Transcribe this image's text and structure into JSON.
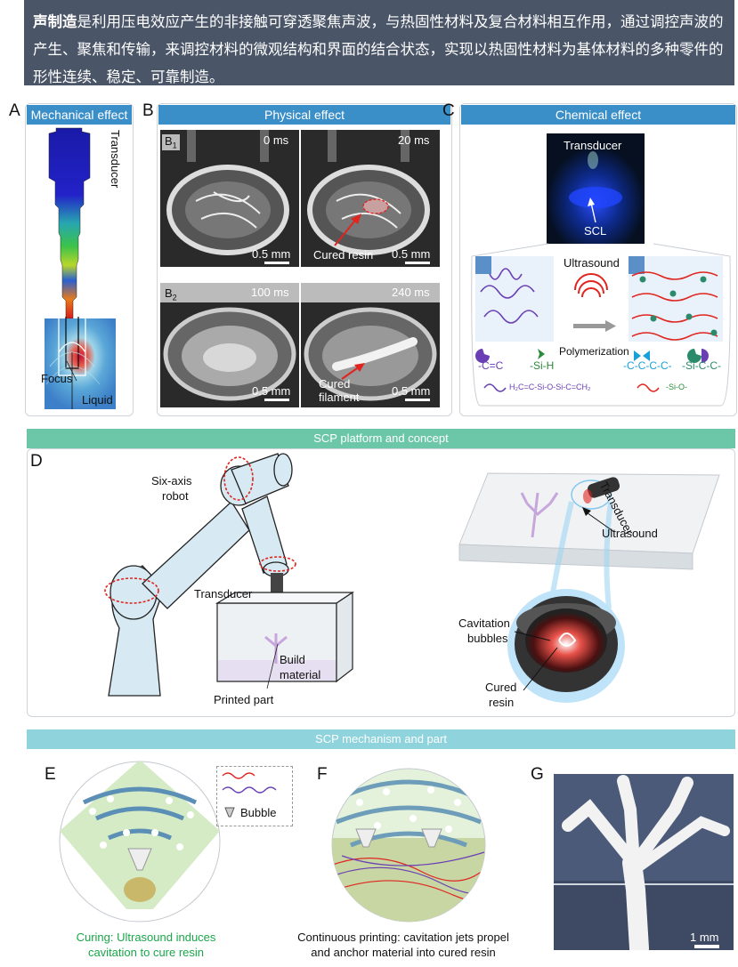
{
  "header": {
    "bold_term": "声制造",
    "text": "是利用压电效应产生的非接触可穿透聚焦声波，与热固性材料及复合材料相互作用，通过调控声波的产生、聚焦和传输，来调控材料的微观结构和界面的结合状态，实现以热固性材料为基体材料的多种零件的形性连续、稳定、可靠制造。"
  },
  "panel_a": {
    "letter": "A",
    "title": "Mechanical effect",
    "transducer": "Transducer",
    "focus": "Focus",
    "liquid": "Liquid"
  },
  "panel_b": {
    "letter": "B",
    "title": "Physical effect",
    "b1": "B",
    "b1_sub": "1",
    "b2": "B",
    "b2_sub": "2",
    "t0": "0 ms",
    "t20": "20 ms",
    "t100": "100 ms",
    "t240": "240 ms",
    "scale": "0.5 mm",
    "cured_resin": "Cured resin",
    "cured_filament_1": "Cured",
    "cured_filament_2": "filament"
  },
  "panel_c": {
    "letter": "C",
    "title": "Chemical effect",
    "transducer": "Transducer",
    "scl": "SCL",
    "ultrasound": "Ultrasound",
    "polymerization": "Polymerization",
    "cc": "-C=C",
    "sih": "-Si-H",
    "cccc": "-C-C-C-C-",
    "sicc": "-Si-C-C-"
  },
  "section_d": {
    "title": "SCP platform and concept",
    "letter": "D",
    "robot_1": "Six-axis",
    "robot_2": "robot",
    "transducer": "Transducer",
    "build_1": "Build",
    "build_2": "material",
    "printed_part": "Printed part",
    "transducer_rot": "Transducer",
    "ultrasound": "Ultrasound",
    "cavitation_1": "Cavitation",
    "cavitation_2": "bubbles",
    "cured_1": "Cured",
    "cured_2": "resin"
  },
  "section_efg": {
    "title": "SCP mechanism and part",
    "e": "E",
    "f": "F",
    "g": "G",
    "bubble": "Bubble",
    "e_caption_1": "Curing: Ultrasound induces",
    "e_caption_2": "cavitation to cure resin",
    "f_caption_1": "Continuous printing: cavitation jets propel",
    "f_caption_2": "and anchor material into cured resin",
    "scale": "1 mm"
  },
  "colors": {
    "header_bg": "#4a5568",
    "bar_blue": "#3b8fc9",
    "bar_green": "#6cc7a8",
    "bar_teal": "#8fd3dc",
    "caption_green": "#1aa64a",
    "arrow_red": "#e0251f"
  }
}
